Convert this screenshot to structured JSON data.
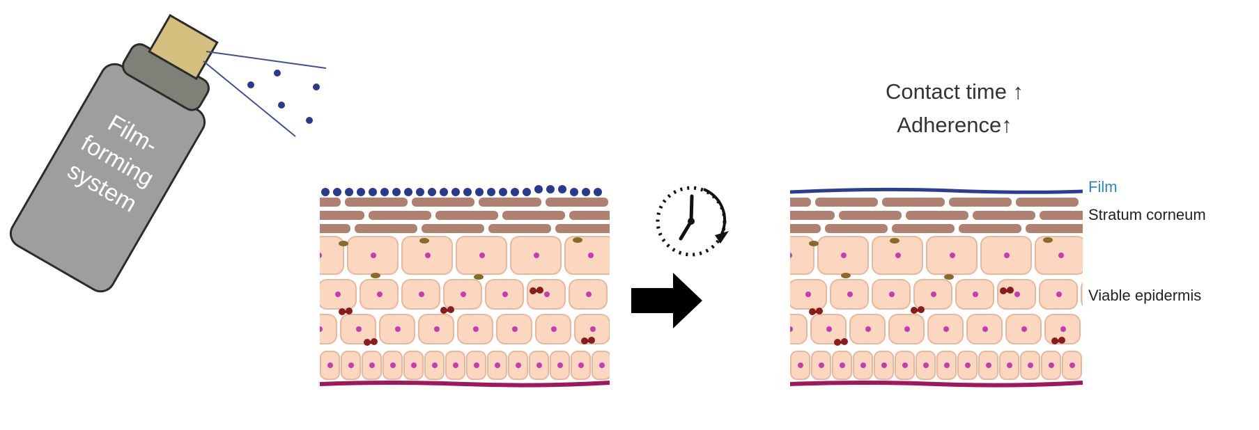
{
  "spray_can": {
    "label_lines": [
      "Film-",
      "forming",
      "system"
    ]
  },
  "benefits": {
    "contact_time": "Contact time ↑",
    "adherence": "Adherence↑"
  },
  "layers": {
    "film": "Film",
    "stratum_corneum": "Stratum corneum",
    "viable_epidermis": "Viable epidermis"
  },
  "colors": {
    "film_label": "#2e86c1",
    "film_layer": "#2c3e8f",
    "droplet": "#2a3b8f",
    "corneocyte": "#b08070",
    "cell_fill": "#fbd7bf",
    "cell_stroke": "#e9b79c",
    "nucleus": "#c83ab4",
    "basement": "#a0185c",
    "melanocyte": "#8b1c1c",
    "granule": "#8a6a2a",
    "can_body": "#9e9e9e",
    "can_cap": "#7f8077",
    "nozzle": "#d3bf7e"
  },
  "icons": [
    "spray-can-icon",
    "clock-icon",
    "arrow-right-icon"
  ]
}
